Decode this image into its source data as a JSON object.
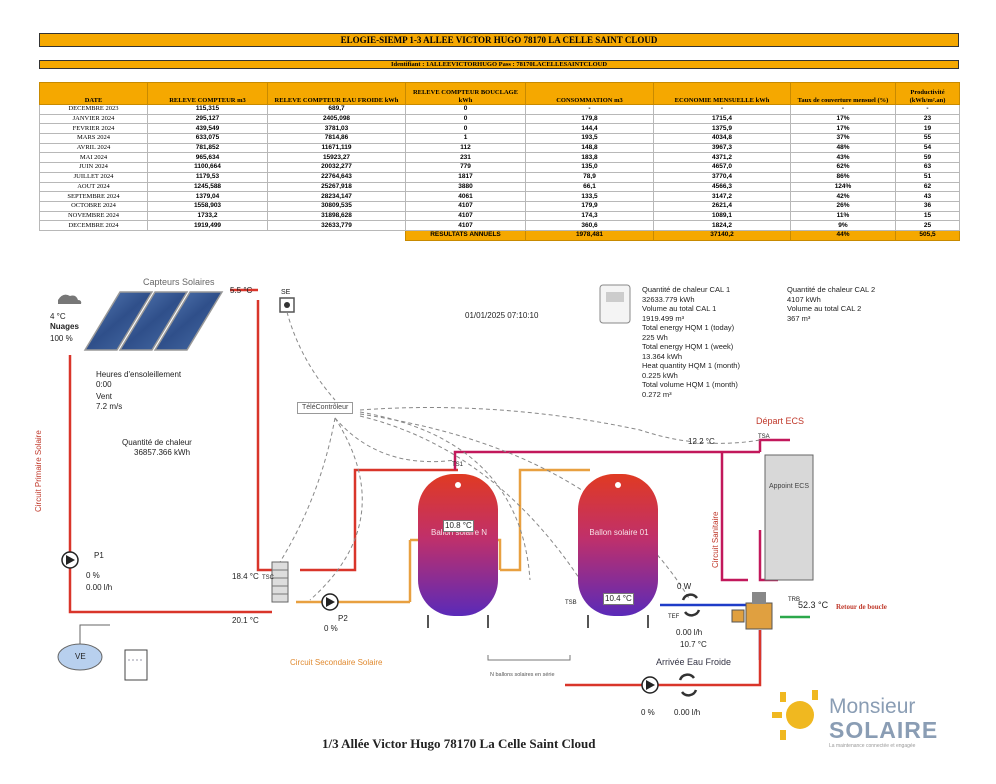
{
  "header": {
    "title": "ELOGIE-SIEMP 1-3 ALLEE VICTOR HUGO 78170 LA CELLE SAINT CLOUD",
    "ident": "Identifiant : 1ALLEEVICTORHUGO    Pass : 78170LACELLESAINTCLOUD"
  },
  "table": {
    "columns": [
      "DATE",
      "RELEVE COMPTEUR m3",
      "RELEVE COMPTEUR EAU FROIDE kWh",
      "RELEVE COMPTEUR BOUCLAGE kWh",
      "CONSOMMATION m3",
      "ECONOMIE MENSUELLE kWh",
      "Taux de couverture mensuel (%)",
      "Productivité (kWh/m².an)"
    ],
    "rows": [
      [
        "DECEMBRE 2023",
        "115,315",
        "689,7",
        "0",
        "-",
        "-",
        "-",
        "-"
      ],
      [
        "JANVIER 2024",
        "295,127",
        "2405,098",
        "0",
        "179,8",
        "1715,4",
        "17%",
        "23"
      ],
      [
        "FEVRIER 2024",
        "439,549",
        "3781,03",
        "0",
        "144,4",
        "1375,9",
        "17%",
        "19"
      ],
      [
        "MARS 2024",
        "633,075",
        "7814,86",
        "1",
        "193,5",
        "4034,8",
        "37%",
        "55"
      ],
      [
        "AVRIL 2024",
        "781,852",
        "11671,119",
        "112",
        "148,8",
        "3967,3",
        "48%",
        "54"
      ],
      [
        "MAI 2024",
        "965,634",
        "15923,27",
        "231",
        "183,8",
        "4371,2",
        "43%",
        "59"
      ],
      [
        "JUIN 2024",
        "1100,664",
        "20032,277",
        "779",
        "135,0",
        "4657,0",
        "62%",
        "63"
      ],
      [
        "JUILLET 2024",
        "1179,53",
        "22764,643",
        "1817",
        "78,9",
        "3770,4",
        "86%",
        "51"
      ],
      [
        "AOUT 2024",
        "1245,588",
        "25267,918",
        "3880",
        "66,1",
        "4566,3",
        "124%",
        "62"
      ],
      [
        "SEPTEMBRE 2024",
        "1379,04",
        "28234,147",
        "4061",
        "133,5",
        "3147,2",
        "42%",
        "43"
      ],
      [
        "OCTOBRE 2024",
        "1558,903",
        "30809,535",
        "4107",
        "179,9",
        "2621,4",
        "26%",
        "36"
      ],
      [
        "NOVEMBRE 2024",
        "1733,2",
        "31898,628",
        "4107",
        "174,3",
        "1089,1",
        "11%",
        "15"
      ],
      [
        "DECEMBRE 2024",
        "1919,499",
        "32633,779",
        "4107",
        "360,6",
        "1824,2",
        "9%",
        "25"
      ]
    ],
    "total": {
      "label": "RESULTATS ANNUELS",
      "consommation": "1978,481",
      "economie": "37140,2",
      "taux": "44%",
      "productivite": "505,5"
    }
  },
  "diagram": {
    "capteurs": "Capteurs Solaires",
    "t_capteur": "5.5 °C",
    "se": "SE",
    "weather_temp": "4 °C",
    "weather_clouds": "Nuages",
    "weather_pct": "100 %",
    "sun_hours_label": "Heures d'ensoleillement",
    "sun_hours": "0:00",
    "wind_label": "Vent",
    "wind": "7.2 m/s",
    "heat_label": "Quantité de chaleur",
    "heat_value": "36857.366 kWh",
    "timestamp": "01/01/2025 07:10:10",
    "telecontroleur": "TéléContrôleur",
    "cal1": [
      "Quantité de chaleur CAL 1",
      "32633.779 kWh",
      "Volume au total CAL 1",
      "1919.499 m³",
      "Total energy HQM 1 (today)",
      "225 Wh",
      "Total energy HQM 1 (week)",
      "13.364 kWh",
      "Heat quantity HQM 1 (month)",
      "0.225 kWh",
      "Total volume HQM 1 (month)",
      "0.272 m³"
    ],
    "cal2": [
      "Quantité de chaleur CAL 2",
      "4107 kWh",
      "Volume au total CAL 2",
      "367 m³"
    ],
    "depart_ecs": "Départ ECS",
    "tsa": "TSA",
    "t_12": "12.2 °C",
    "appoint": "Appoint ECS",
    "circuit_primaire": "Circuit Primaire Solaire",
    "circuit_secondaire": "Circuit Secondaire Solaire",
    "circuit_sanitaire": "Circuit Sanitaire",
    "ballon_n": "Ballon solaire N",
    "ballon_01": "Ballon solaire 01",
    "t_108": "10.8 °C",
    "t_104": "10.4 °C",
    "ts1": "TS1",
    "tsc": "TSC",
    "tsb": "TSB",
    "tef": "TEF",
    "p1": "P1",
    "p1_pct": "0 %",
    "p1_flow": "0.00 l/h",
    "p2": "P2",
    "p2_pct": "0 %",
    "t_184": "18.4 °C",
    "t_201": "20.1 °C",
    "ve": "VE",
    "w0": "0 W",
    "flow_cold": "0.00 l/h",
    "t_107": "10.7 °C",
    "arrivee": "Arrivée Eau Froide",
    "trb": "TRB",
    "t_523": "52.3 °C",
    "retour": "Retour de boucle",
    "ballons_serie": "N ballons solaires en série",
    "pump_bottom_pct": "0 %",
    "pump_bottom_flow": "0.00 l/h",
    "address": "1/3 Allée Victor Hugo 78170 La Celle Saint Cloud",
    "logo_line1": "Monsieur",
    "logo_line2": "SOLAIRE",
    "logo_tag": "La maintenance connectée et engagée"
  },
  "colors": {
    "orange": "#f5a800",
    "red_pipe": "#d9352a",
    "pink_pipe": "#c2185b",
    "blue_pipe": "#1e3cc8",
    "secondary_pipe": "#e8a040"
  }
}
